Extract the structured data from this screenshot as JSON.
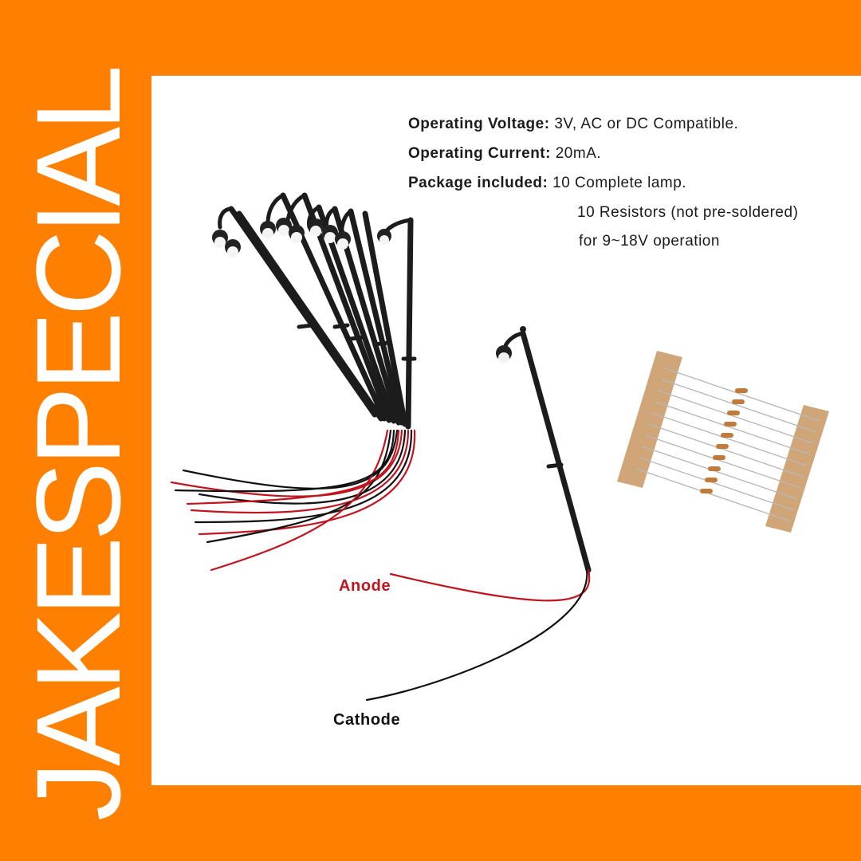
{
  "brand": {
    "name": "JAKESPECIAL",
    "color": "#ffffff",
    "background": "#ff7f00"
  },
  "specs": [
    {
      "label": "Operating Voltage:",
      "value": " 3V, AC or DC Compatible."
    },
    {
      "label": "Operating Current:",
      "value": " 20mA."
    },
    {
      "label": "Package included:",
      "value": " 10 Complete lamp."
    }
  ],
  "specs_extra": [
    "10 Resistors (not pre-soldered)",
    "for 9~18V operation"
  ],
  "labels": {
    "anode": "Anode",
    "cathode": "Cathode"
  },
  "colors": {
    "anode_wire": "#c0141e",
    "cathode_wire": "#111111",
    "lamp_post": "#1c1c1c",
    "paper_tape": "#c8955f"
  }
}
